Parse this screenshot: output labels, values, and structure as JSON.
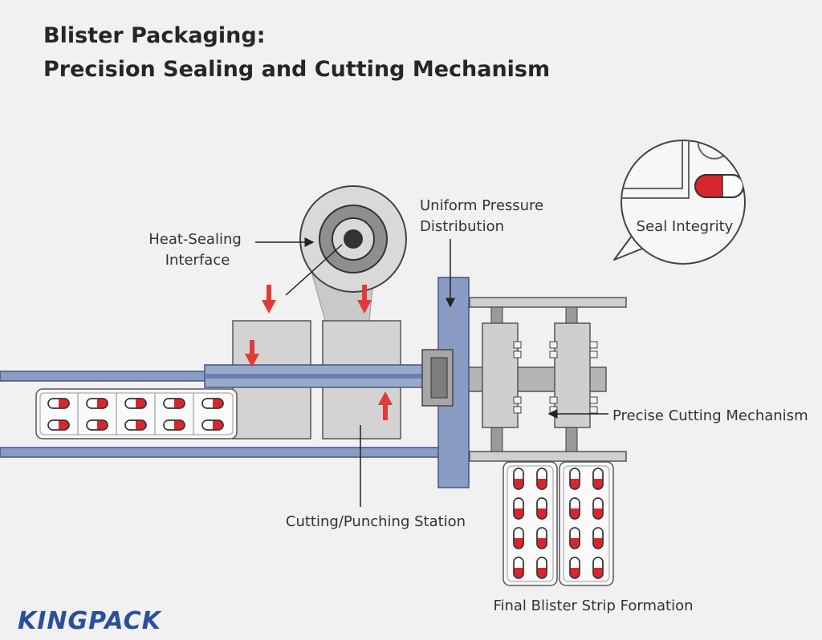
{
  "title": {
    "line1": "Blister Packaging:",
    "line2": "Precision Sealing and Cutting Mechanism"
  },
  "labels": {
    "heat_sealing": [
      "Heat-Sealing",
      "Interface"
    ],
    "uniform_pressure": [
      "Uniform Pressure",
      "Distribution"
    ],
    "seal_integrity": "Seal Integrity",
    "precise_cutting": "Precise Cutting Mechanism",
    "cutting_punching": "Cutting/Punching Station",
    "final_strip": "Final Blister Strip Formation"
  },
  "logo": "KINGPACK",
  "colors": {
    "background": "#f1f1f1",
    "rail_blue": "#8a9cc4",
    "rail_outline": "#3f5689",
    "steel_light": "#d3d3d3",
    "steel_dark": "#7d7d7d",
    "arrow_red": "#e03a3a",
    "capsule_red": "#d8262f",
    "logo_blue": "#2b4f9a"
  }
}
